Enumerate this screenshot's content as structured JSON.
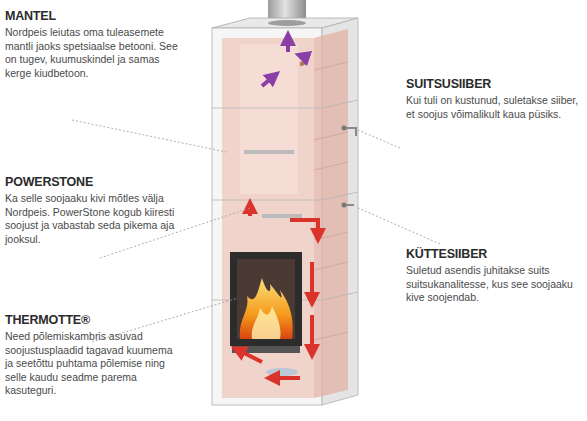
{
  "diagram": {
    "labels": [
      "MANTEL",
      "Nordpeis leiutas oma tuleasemete mantli jaoks spetsiaalse betooni. See on tugev, kuumuskindel ja samas kerge kiudbetoon.",
      "POWERSTONE",
      "Ka selle soojaaku kivi mõtles välja Nordpeis. PowerStone kogub kiiresti soojust ja vabastab seda pikema aja jooksul.",
      "THERMOTTE®",
      "Need põlemiskambris asuvad soojustusplaadid tagavad kuumema ja seetõttu puhtama põlemise ning selle kaudu seadme parema kasuteguri.",
      "SUITSUSIIBER",
      "Kui tuli on kustunud, suletakse siiber, et soojus võimalikult kaua püsiks.",
      "KÜTTESIIBER",
      "Suletud asendis juhitakse suits suitsukanalitesse, kus see soojaaku kive soojendab."
    ]
  }
}
